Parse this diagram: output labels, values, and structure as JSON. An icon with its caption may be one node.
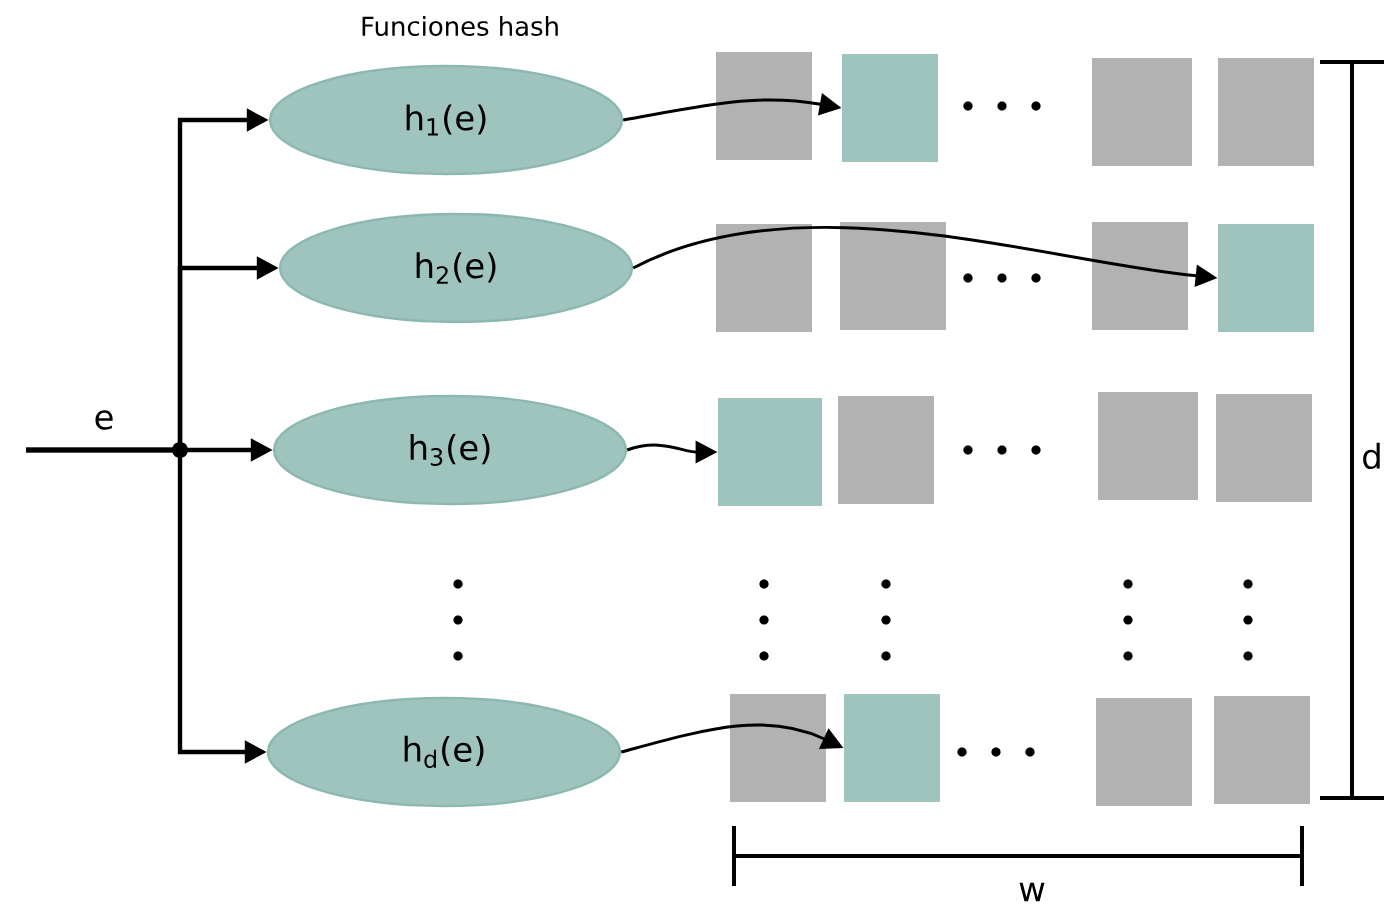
{
  "diagram": {
    "nodes": [
      {
        "text": [
          "h$_{1}$(e)"
        ]
      },
      {
        "text": [
          "h$_{2}$(e)"
        ]
      },
      {
        "text": [
          "h$_{3}$(e)"
        ]
      },
      {
        "text": [
          "h$_{d}$(e)"
        ]
      },
      {
        "text": [],
        "shape": "box"
      },
      {
        "text": [],
        "shape": "box"
      },
      {
        "text": [],
        "shape": "box"
      },
      {
        "text": [],
        "shape": "box"
      }
    ],
    "edges": [
      {
        "from": null,
        "to": 0,
        "arrow": "to"
      },
      {
        "from": null,
        "to": 1,
        "arrow": "to"
      },
      {
        "from": null,
        "to": 2,
        "arrow": "to",
        "label": "e"
      },
      {
        "from": null,
        "to": 3,
        "arrow": "to"
      },
      {
        "from": 0,
        "to": 4,
        "arrow": "to"
      },
      {
        "from": 1,
        "to": 5,
        "arrow": "to"
      },
      {
        "from": 2,
        "to": 6,
        "arrow": "to"
      },
      {
        "from": 3,
        "to": 7,
        "arrow": "to"
      }
    ],
    "labels": [
      "Funciones hash",
      "d",
      "w"
    ]
  }
}
